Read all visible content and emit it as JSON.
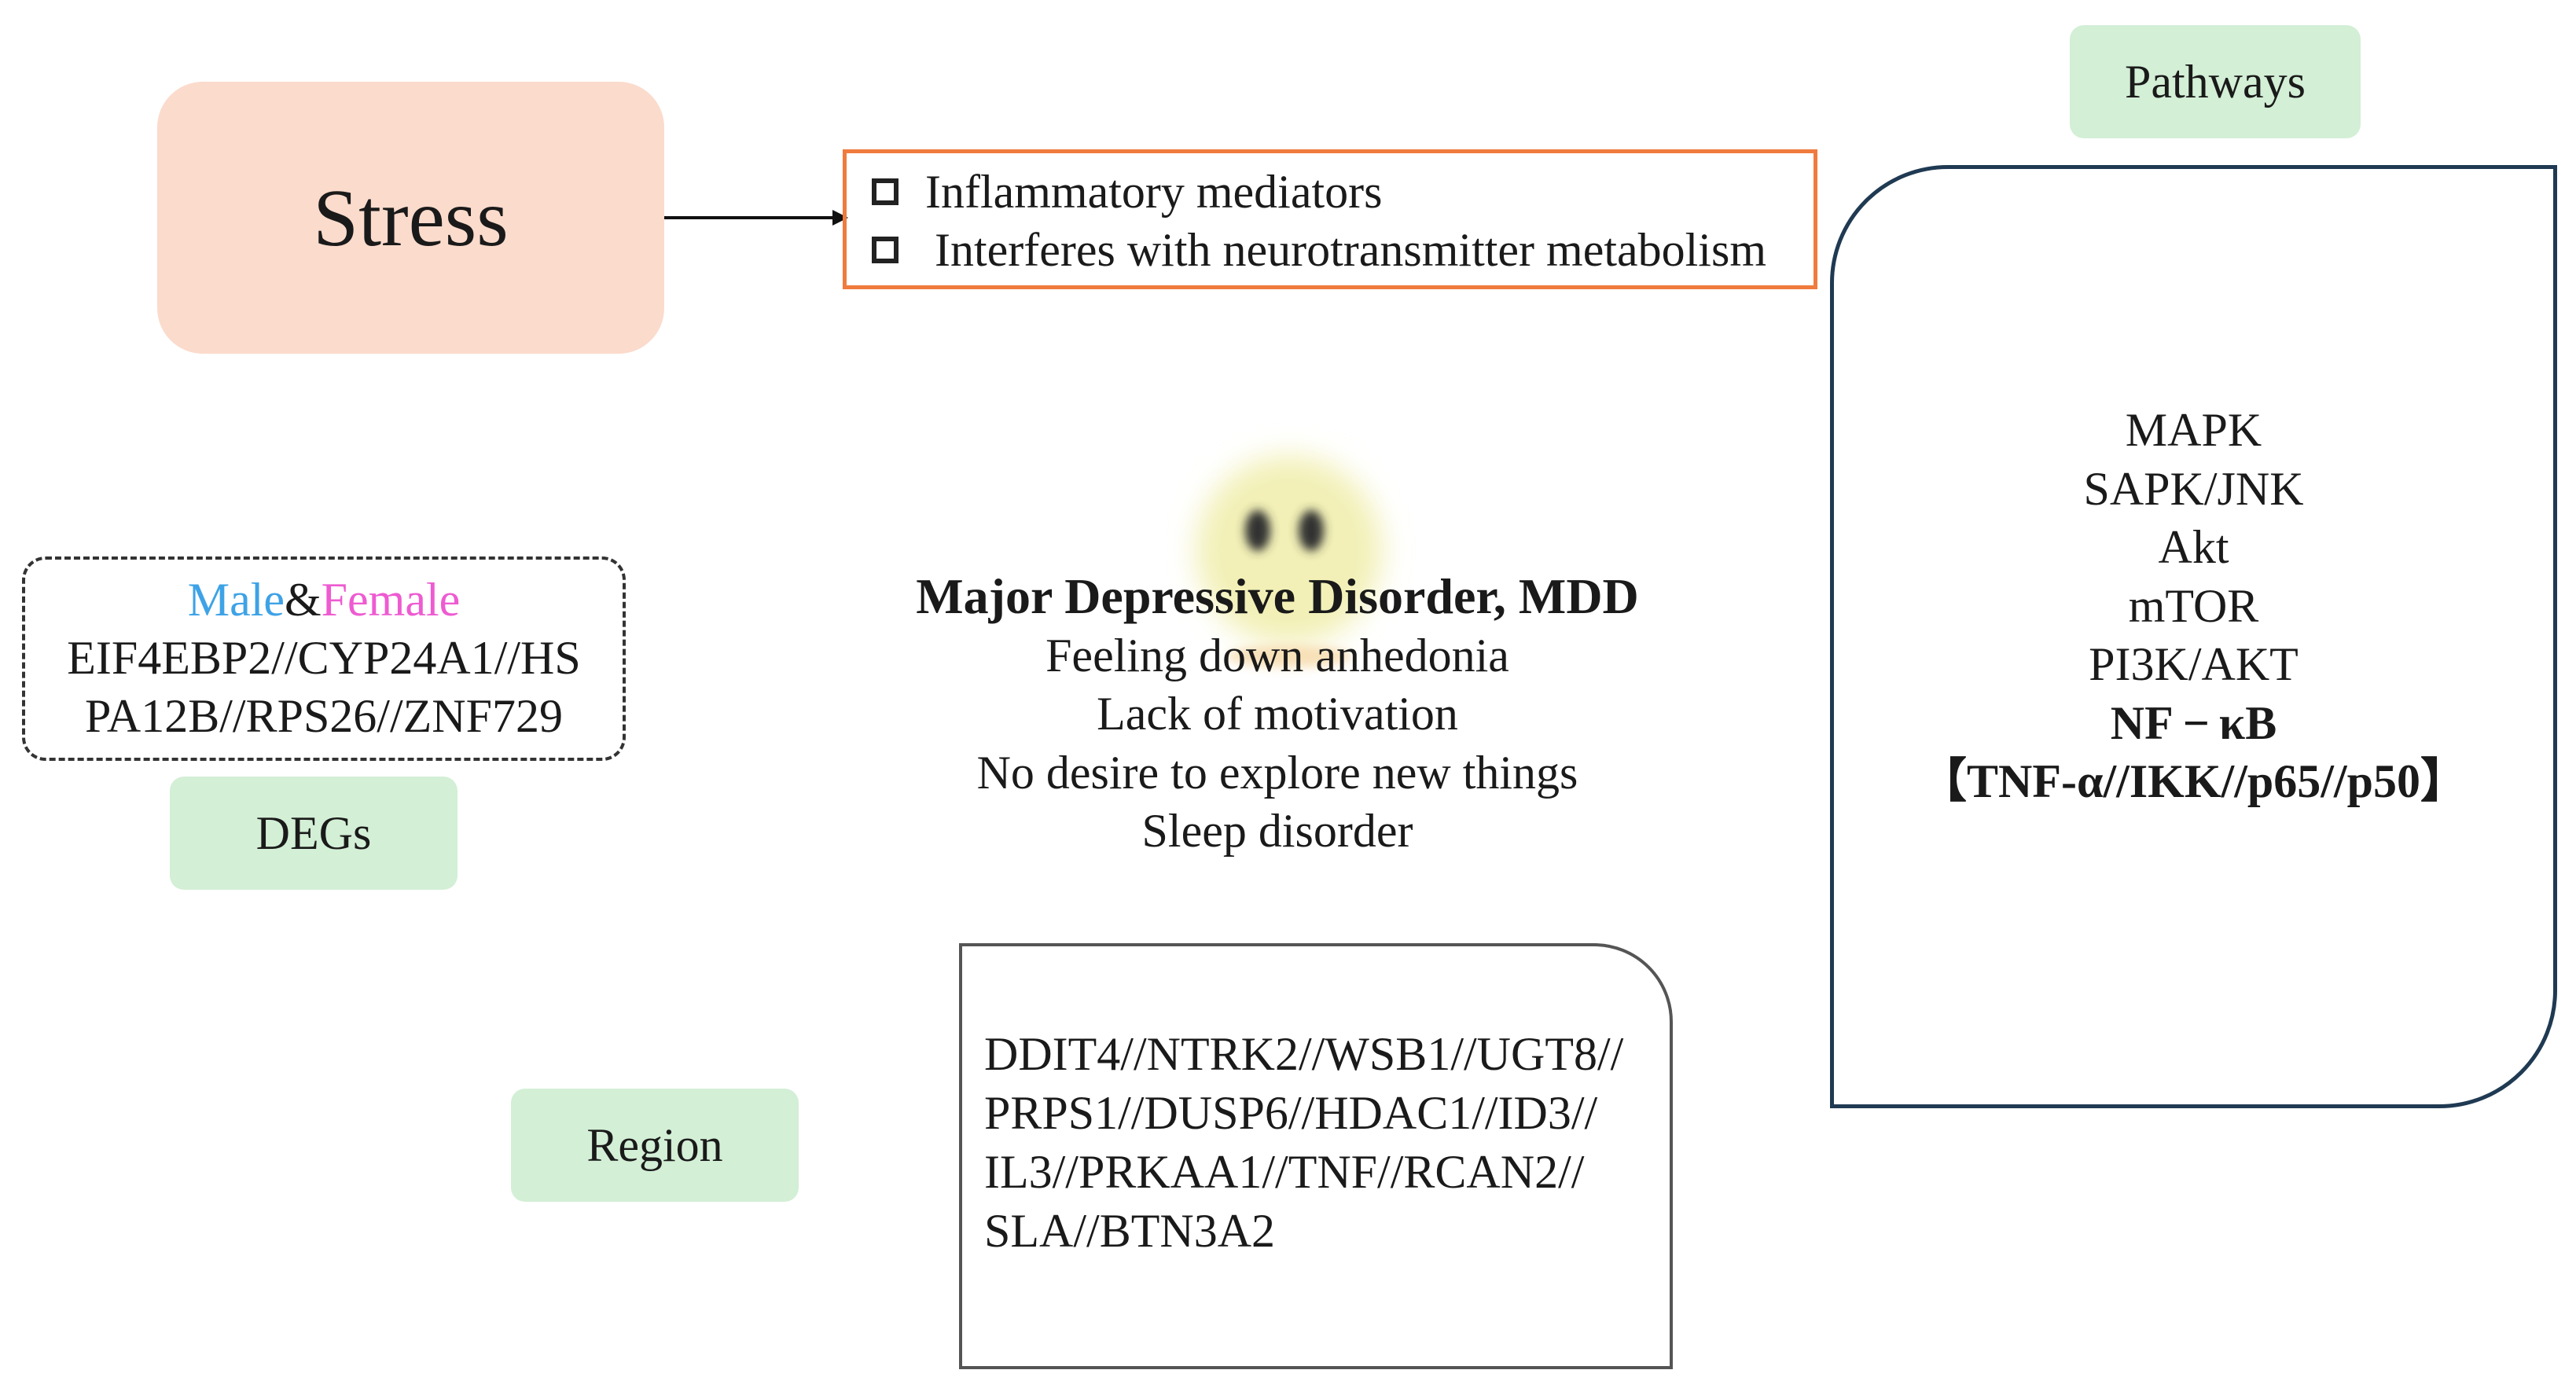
{
  "stress": {
    "label": "Stress"
  },
  "effects": {
    "items": [
      "Inflammatory mediators",
      "Interferes with neurotransmitter metabolism"
    ]
  },
  "pathways": {
    "label": "Pathways",
    "items": [
      "MAPK",
      "SAPK/JNK",
      "Akt",
      "mTOR",
      "PI3K/AKT"
    ],
    "bold_items": [
      "NF − κB",
      "【TNF-α//IKK//p65//p50】"
    ]
  },
  "mdd": {
    "title": "Major Depressive Disorder, MDD",
    "symptoms": [
      "Feeling down anhedonia",
      "Lack of motivation",
      "No desire to explore new things",
      "Sleep disorder"
    ]
  },
  "degs": {
    "male": "Male",
    "amp": "&",
    "female": "Female",
    "lines": [
      "EIF4EBP2//CYP24A1//HS",
      "PA12B//RPS26//ZNF729"
    ],
    "label": "DEGs"
  },
  "region": {
    "label": "Region",
    "lines": [
      "DDIT4//NTRK2//WSB1//UGT8//",
      "PRPS1//DUSP6//HDAC1//ID3//",
      "IL3//PRKAA1//TNF//RCAN2//",
      "SLA//BTN3A2"
    ]
  },
  "colors": {
    "stress_fill": "#fbdbcc",
    "effects_border": "#f07b3e",
    "label_fill": "#d3efd6",
    "pathways_border": "#1f3a52",
    "male_text": "#3ea2e6",
    "female_text": "#ee5bd1",
    "face_fill": "#f2f0b6"
  },
  "icons": [
    "checkbox-square-icon",
    "sad-face-icon",
    "arrow-right-icon"
  ]
}
